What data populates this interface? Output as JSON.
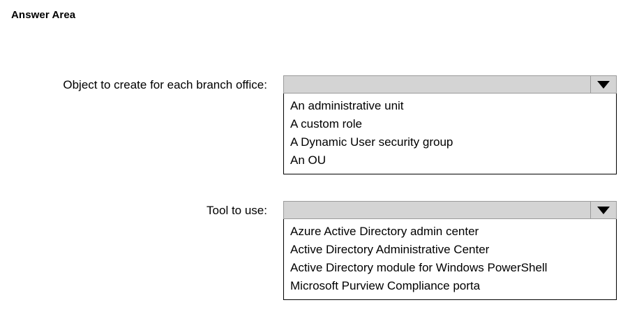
{
  "page": {
    "title": "Answer Area"
  },
  "fields": [
    {
      "label": "Object to create for each branch office:",
      "selected_value": "",
      "arrow_icon": "chevron-down-icon",
      "options": [
        "An administrative unit",
        "A custom role",
        "A Dynamic User security group",
        "An OU"
      ]
    },
    {
      "label": "Tool to use:",
      "selected_value": "",
      "arrow_icon": "chevron-down-icon",
      "options": [
        "Azure Active Directory admin center",
        "Active Directory Administrative Center",
        "Active Directory module for Windows PowerShell",
        "Microsoft Purview Compliance porta"
      ]
    }
  ],
  "colors": {
    "select_background": "#d4d4d4",
    "select_border": "#9a9a9a",
    "list_border": "#000000",
    "text": "#000000",
    "page_background": "#ffffff"
  }
}
